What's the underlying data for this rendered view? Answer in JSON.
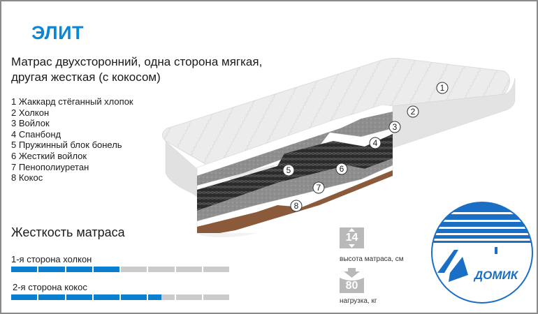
{
  "product": {
    "title": "ЭЛИТ",
    "description_lines": [
      "Матрас двухсторонний, одна сторона мягкая,",
      "другая жесткая (с кокосом)"
    ]
  },
  "layers": [
    {
      "num": "1",
      "label": "1 Жаккард стёганный хлопок"
    },
    {
      "num": "2",
      "label": "2 Холкон"
    },
    {
      "num": "3",
      "label": "3 Войлок"
    },
    {
      "num": "4",
      "label": "4 Спанбонд"
    },
    {
      "num": "5",
      "label": "5 Пружинный блок бонель"
    },
    {
      "num": "6",
      "label": "6 Жесткий войлок"
    },
    {
      "num": "7",
      "label": "7 Пенополиуретан"
    },
    {
      "num": "8",
      "label": "8 Кокос"
    }
  ],
  "stiffness": {
    "title": "Жесткость матраса",
    "scale_max": 8,
    "sides": [
      {
        "label": "1-я сторона холкон",
        "value": 4
      },
      {
        "label": "2-я сторона кокос",
        "value": 5.5
      }
    ]
  },
  "specs": {
    "height": {
      "value": "14",
      "label": "высота матраса, см"
    },
    "load": {
      "value": "80",
      "label": "нагрузка, кг"
    }
  },
  "logo": {
    "text": "ДОМИК"
  },
  "colors": {
    "accent": "#0a86d6",
    "bar_fill": "#0a7fd0",
    "bar_empty": "#cbcbcb",
    "spec_box": "#b9b9b9",
    "coconut": "#8a5a3a",
    "felt": "#8f8f8f",
    "springs": "#3a3a3a"
  }
}
